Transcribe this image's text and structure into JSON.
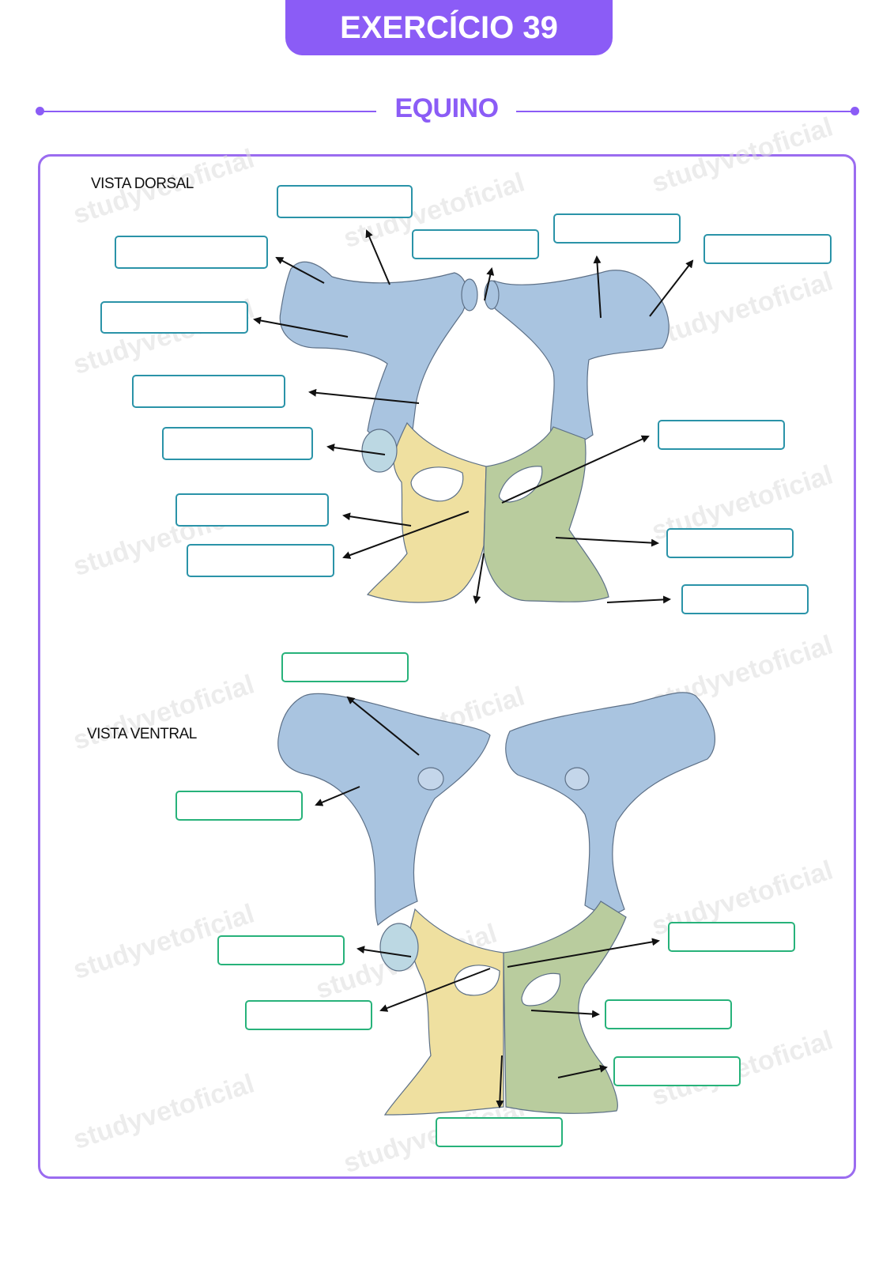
{
  "header": {
    "title": "EXERCÍCIO 39",
    "subtitle": "EQUINO"
  },
  "views": {
    "dorsal_label": "VISTA DORSAL",
    "ventral_label": "VISTA VENTRAL"
  },
  "watermark": "studyvetoficial",
  "colors": {
    "accent": "#8b5cf6",
    "ilium": "#a9c4e0",
    "pubis": "#efe0a0",
    "ischium": "#b9cc9e",
    "box_dorsal": "#2a93a8",
    "box_ventral": "#27b27a"
  }
}
